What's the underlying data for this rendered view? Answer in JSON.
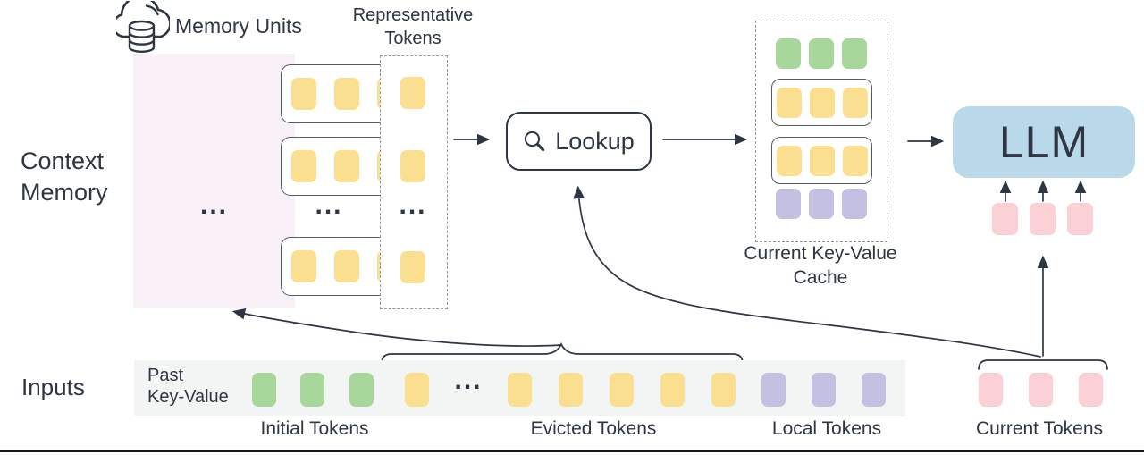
{
  "colors": {
    "ink": "#2d3642",
    "token-yellow": "#fbdf90",
    "token-green": "#a7d79b",
    "token-purple": "#c3c0e2",
    "token-pink": "#fbd1d6",
    "llm-blue": "#b9d8e9",
    "panel-pink": "#f9eff6",
    "strip-gray": "#f3f5f4",
    "row-border": "#525c68",
    "dash-border": "#8f949b"
  },
  "context_memory": {
    "title_line1": "Context",
    "title_line2": "Memory",
    "memory_units_label": "Memory Units",
    "memory_unit_rows": 3,
    "tokens_per_unit": 3,
    "ellipsis": "..."
  },
  "representative": {
    "title_line1": "Representative",
    "title_line2": "Tokens",
    "token_count": 3,
    "ellipsis": "...",
    "column_ellipsis": "..."
  },
  "lookup": {
    "label": "Lookup"
  },
  "cache": {
    "label_line1": "Current Key-Value",
    "label_line2": "Cache",
    "rows": [
      "initial",
      "retrieved-unit",
      "retrieved-unit",
      "local"
    ]
  },
  "llm": {
    "label": "LLM",
    "current_token_count": 3
  },
  "inputs": {
    "section_label": "Inputs",
    "past_kv_line1": "Past",
    "past_kv_line2": "Key-Value",
    "ellipsis": "...",
    "groups": [
      {
        "id": "initial",
        "label": "Initial Tokens",
        "count": 3
      },
      {
        "id": "evicted",
        "label": "Evicted Tokens",
        "count": 6
      },
      {
        "id": "local",
        "label": "Local Tokens",
        "count": 3
      },
      {
        "id": "current",
        "label": "Current Tokens",
        "count": 3
      }
    ]
  }
}
